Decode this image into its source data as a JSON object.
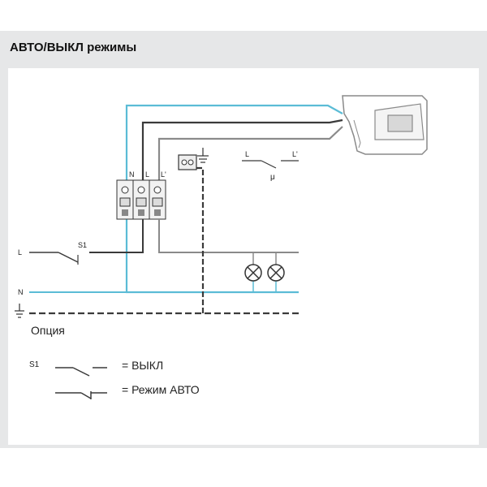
{
  "title": "АВТО/ВЫКЛ режимы",
  "terminals": {
    "n": "N",
    "l": "L",
    "l_prime": "L'"
  },
  "mode_switch": {
    "l": "L",
    "l_prime": "L'",
    "mu": "μ"
  },
  "lines": {
    "l": "L",
    "s1": "S1",
    "n": "N"
  },
  "option_label": "Опция",
  "legend": {
    "s1": "S1",
    "off_text": "= ВЫКЛ",
    "auto_text": "= Режим АВТО"
  },
  "colors": {
    "neutral": "#5bbcd6",
    "wire": "#3a3a3a",
    "frame": "#e6e7e8"
  }
}
